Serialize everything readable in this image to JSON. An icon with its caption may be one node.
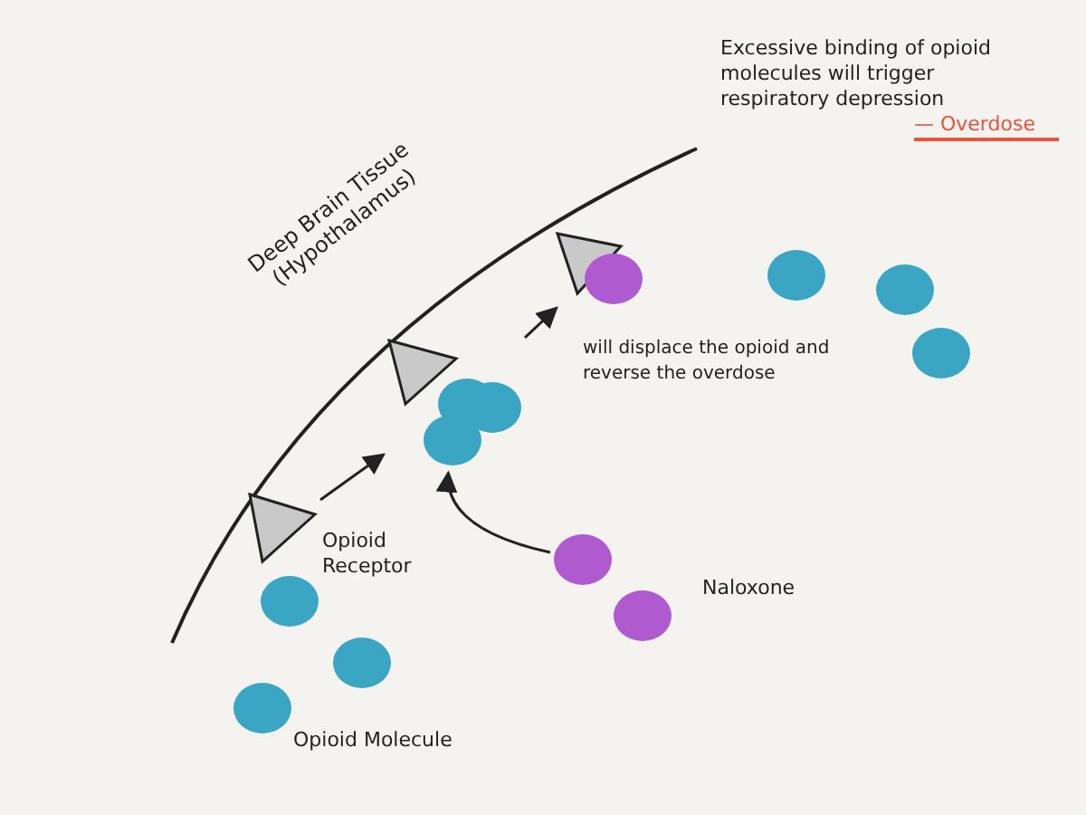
{
  "diagram": {
    "nodes": [
      {
        "text": [],
        "shape": "triangle"
      },
      {
        "text": [],
        "shape": "triangle"
      },
      {
        "text": [],
        "shape": "triangle"
      },
      {
        "text": [],
        "shape": "circle"
      }
    ],
    "edges": [
      {
        "from": 0,
        "to": 1,
        "arrow": "to"
      },
      {
        "from": 1,
        "to": 2,
        "arrow": "to"
      },
      {
        "from": 3,
        "to": 1,
        "arrow": "to"
      }
    ],
    "labels": [
      "Excessive binding of opioid molecules will trigger respiratory depression",
      "— Overdose",
      "Deep Brain Tissue (Hypothalamus)",
      "will displace the opioid and reverse the overdose",
      "Opioid Receptor",
      "Naloxone",
      "Opioid Molecule"
    ]
  }
}
